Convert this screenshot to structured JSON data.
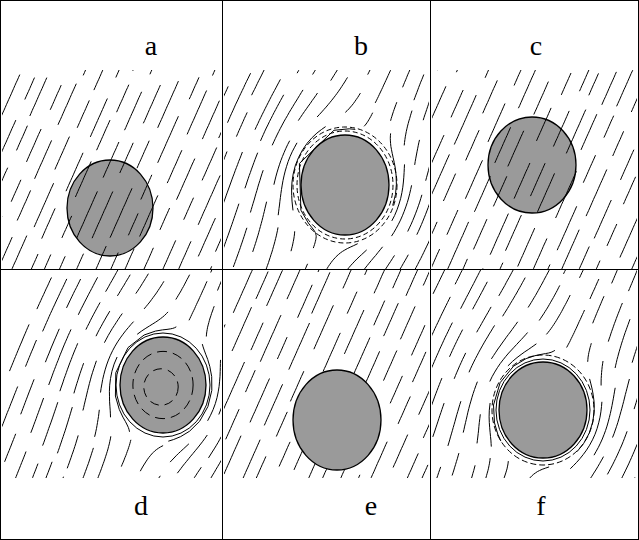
{
  "diagram": {
    "nodes": [
      {
        "text": [
          "a"
        ]
      },
      {
        "text": [
          "b"
        ]
      },
      {
        "text": [
          "c"
        ]
      },
      {
        "text": [
          "d"
        ]
      },
      {
        "text": [
          "e"
        ]
      },
      {
        "text": [
          "f"
        ]
      }
    ]
  }
}
